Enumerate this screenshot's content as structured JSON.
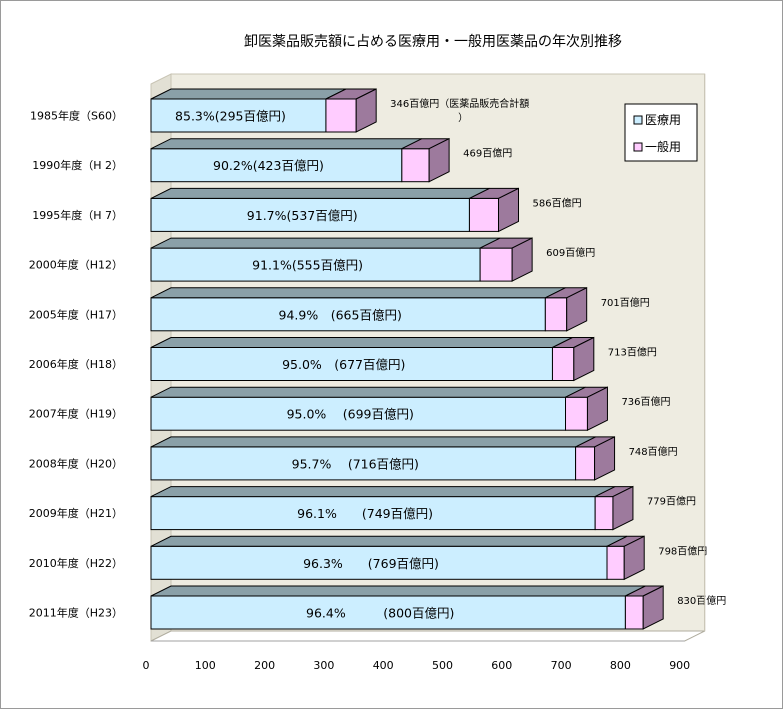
{
  "chart_data": {
    "type": "bar",
    "orientation": "horizontal",
    "stacked": true,
    "three_d": true,
    "title": "卸医薬品販売額に占める医療用・一般用医薬品の年次別推移",
    "xlabel": "",
    "ylabel": "",
    "xlim": [
      0,
      900
    ],
    "xticks": [
      0,
      100,
      200,
      300,
      400,
      500,
      600,
      700,
      800,
      900
    ],
    "grid": false,
    "legend_position": "top-right",
    "categories": [
      "1985年度（S60）",
      "1990年度（H 2）",
      "1995年度（H 7）",
      "2000年度（H12）",
      "2005年度（H17）",
      "2006年度（H18）",
      "2007年度（H19）",
      "2008年度（H20）",
      "2009年度（H21）",
      "2010年度（H22）",
      "2011年度（H23）"
    ],
    "series": [
      {
        "name": "医療用",
        "color": "#cceeff",
        "side_color": "#8aa0a8",
        "values": [
          295,
          423,
          537,
          555,
          665,
          677,
          699,
          716,
          749,
          769,
          800
        ],
        "labels": [
          "85.3%(295百億円)",
          "90.2%(423百億円)",
          "91.7%(537百億円)",
          "91.1%(555百億円)",
          "94.9%　(665百億円)",
          "95.0%　(677百億円)",
          "95.0%　 (699百億円)",
          "95.7%　 (716百億円)",
          "96.1%　　(749百億円)",
          "96.3%　　(769百億円)",
          "96.4%　　　(800百億円)"
        ]
      },
      {
        "name": "一般用",
        "color": "#ffccff",
        "side_color": "#9d7a9d",
        "values": [
          51,
          46,
          49,
          54,
          36,
          36,
          37,
          32,
          30,
          29,
          30
        ]
      }
    ],
    "totals": [
      346,
      469,
      586,
      609,
      701,
      713,
      736,
      748,
      779,
      798,
      830
    ],
    "total_labels": [
      "346百億円（医薬品販売合計額）",
      "469百億円",
      "586百億円",
      "609百億円",
      "701百億円",
      "713百億円",
      "736百億円",
      "748百億円",
      "779百億円",
      "798百億円",
      "830百億円"
    ]
  }
}
